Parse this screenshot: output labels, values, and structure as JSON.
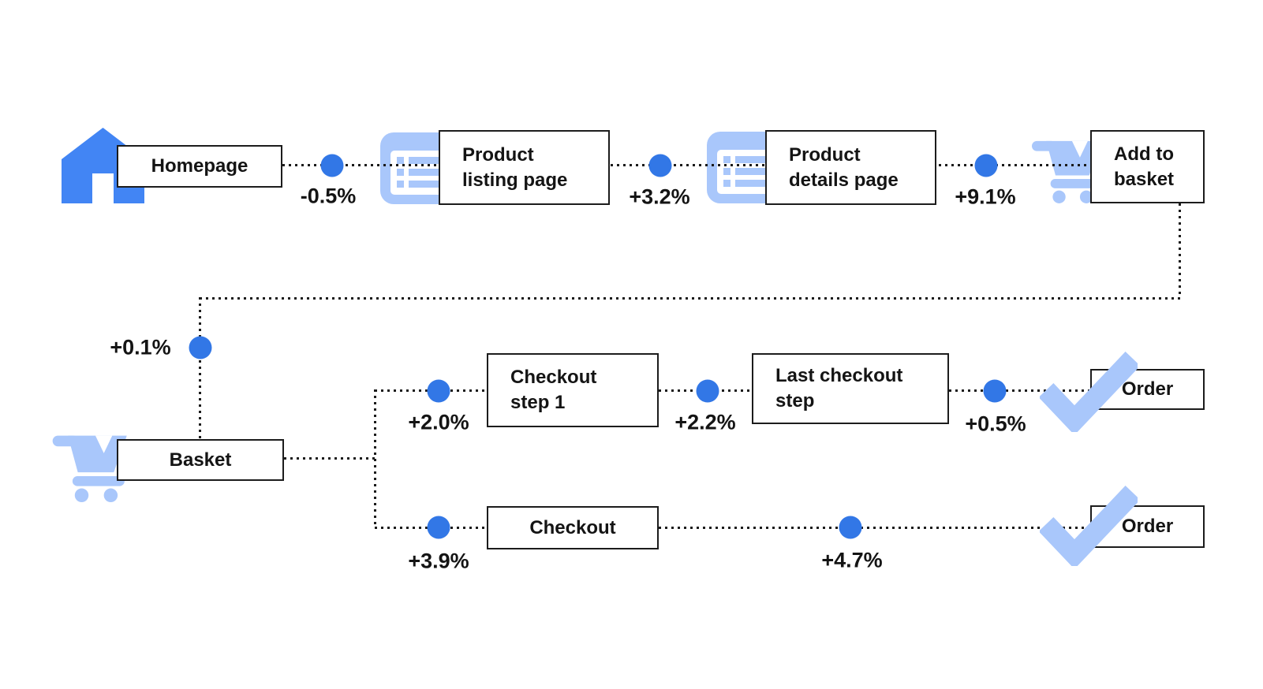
{
  "palette": {
    "accent_blue": "#3277E6",
    "icon_blue": "#4285F4",
    "light_blue": "#A9C7FB",
    "line_color": "#1B1B1B"
  },
  "icons": {
    "homepage": "home-icon",
    "product_listing": "list-icon",
    "product_details": "list-icon",
    "add_to_basket": "cart-icon",
    "basket": "cart-icon",
    "order_top": "check-icon",
    "order_bottom": "check-icon"
  },
  "nodes": {
    "homepage": {
      "label": "Homepage"
    },
    "product_listing": {
      "label": "Product\nlisting page"
    },
    "product_details": {
      "label": "Product\ndetails page"
    },
    "add_to_basket": {
      "label": "Add to\nbasket"
    },
    "basket": {
      "label": "Basket"
    },
    "checkout_step_1": {
      "label": "Checkout\nstep 1"
    },
    "last_checkout_step": {
      "label": "Last checkout\nstep"
    },
    "order_top": {
      "label": "Order"
    },
    "checkout": {
      "label": "Checkout"
    },
    "order_bottom": {
      "label": "Order"
    }
  },
  "deltas": {
    "homepage_to_listing": "-0.5%",
    "listing_to_details": "+3.2%",
    "details_to_add_to_basket": "+9.1%",
    "add_to_basket_to_basket": "+0.1%",
    "basket_to_checkout_step_1": "+2.0%",
    "checkout_step_1_to_last_step": "+2.2%",
    "last_step_to_order": "+0.5%",
    "basket_to_checkout": "+3.9%",
    "checkout_to_order": "+4.7%"
  }
}
